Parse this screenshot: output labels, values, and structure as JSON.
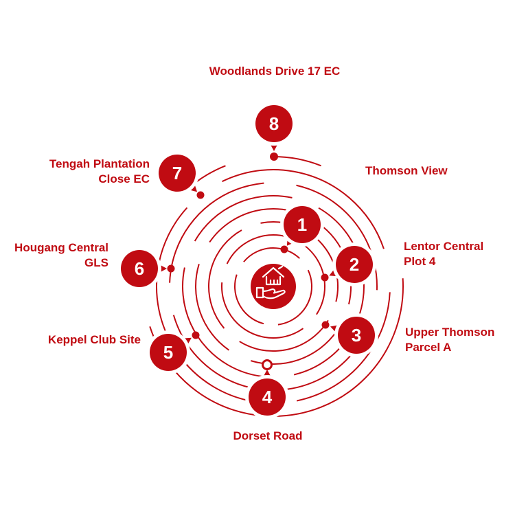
{
  "diagram": {
    "center_icon": "house-in-hand-icon",
    "items": [
      {
        "number": "1",
        "label": "Thomson View"
      },
      {
        "number": "2",
        "label": "Lentor Central\nPlot 4"
      },
      {
        "number": "3",
        "label": "Upper Thomson\nParcel A"
      },
      {
        "number": "4",
        "label": "Dorset Road"
      },
      {
        "number": "5",
        "label": "Keppel Club Site"
      },
      {
        "number": "6",
        "label": "Hougang Central\nGLS"
      },
      {
        "number": "7",
        "label": "Tengah Plantation\nClose EC"
      },
      {
        "number": "8",
        "label": "Woodlands Drive 17 EC"
      }
    ],
    "colors": {
      "accent": "#C00B12",
      "background": "#FFFFFF",
      "number_text": "#FFFFFF"
    }
  }
}
